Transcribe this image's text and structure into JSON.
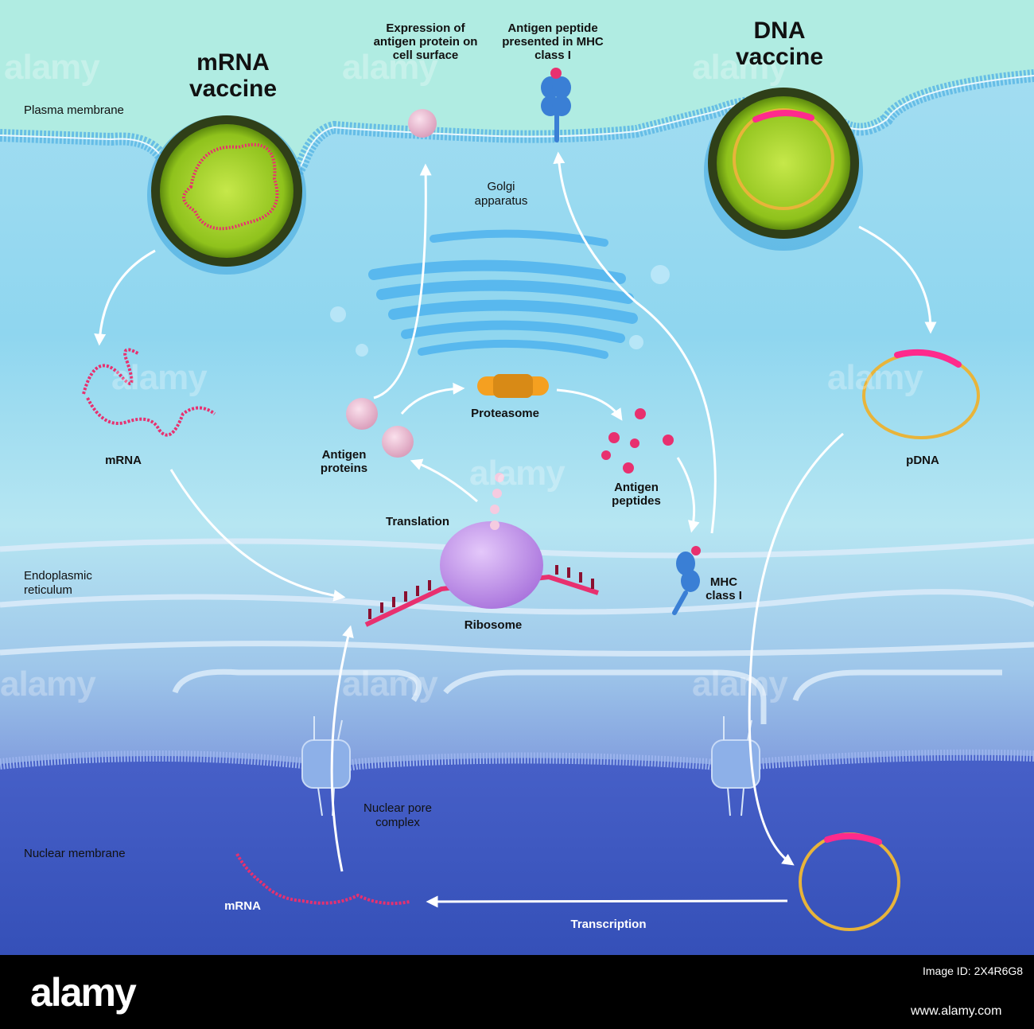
{
  "titles": {
    "mrna_vaccine": "mRNA vaccine",
    "dna_vaccine": "DNA vaccine"
  },
  "labels": {
    "plasma_membrane": "Plasma membrane",
    "endoplasmic_reticulum": "Endoplasmic reticulum",
    "nuclear_membrane": "Nuclear membrane",
    "golgi": "Golgi apparatus",
    "nuclear_pore": "Nuclear pore complex",
    "expression": "Expression of antigen protein on cell surface",
    "antigen_peptide_presented": "Antigen peptide presented in MHC class I",
    "mrna_cytoplasm": "mRNA",
    "antigen_proteins": "Antigen proteins",
    "proteasome": "Proteasome",
    "antigen_peptides": "Antigen peptides",
    "translation": "Translation",
    "ribosome": "Ribosome",
    "mhc_class_i": "MHC class I",
    "pdna": "pDNA",
    "mrna_nucleus": "mRNA",
    "transcription": "Transcription"
  },
  "watermark": "alamy",
  "footer": {
    "logo": "alamy",
    "image_id": "Image ID: 2X4R6G8",
    "url": "www.alamy.com"
  },
  "colors": {
    "extracellular": "#aeeee2",
    "cytoplasm": "#7fd0ec",
    "nucleus": "#3f5fc4",
    "lipid_nanoparticle": "#9acd32",
    "mrna": "#e8306f",
    "pdna_ring": "#e8b43a",
    "pdna_insert": "#ff2a8c",
    "ribosome": "#c89ce8",
    "proteasome": "#f5a020",
    "mhc": "#3a7fd5"
  }
}
